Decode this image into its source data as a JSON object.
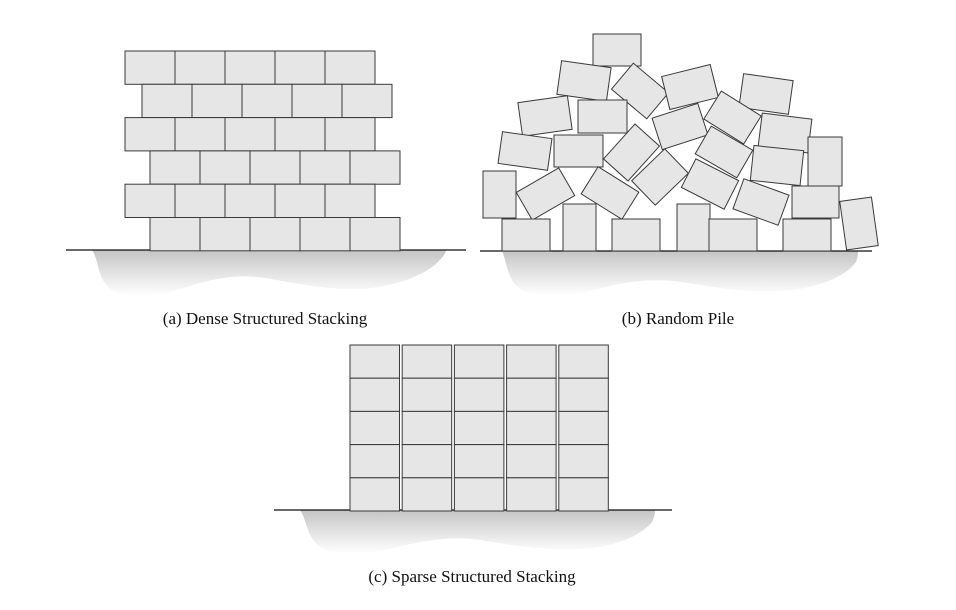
{
  "figure": {
    "panels": [
      {
        "id": "a",
        "caption": "(a)  Dense Structured Stacking"
      },
      {
        "id": "b",
        "caption": "(b)  Random Pile"
      },
      {
        "id": "c",
        "caption": "(c)  Sparse Structured Stacking"
      }
    ],
    "colors": {
      "block_fill": "#e6e6e6",
      "block_stroke": "#3a3a3a",
      "ground_line": "#111111",
      "ground_shadow": "#cfcfcf"
    }
  }
}
